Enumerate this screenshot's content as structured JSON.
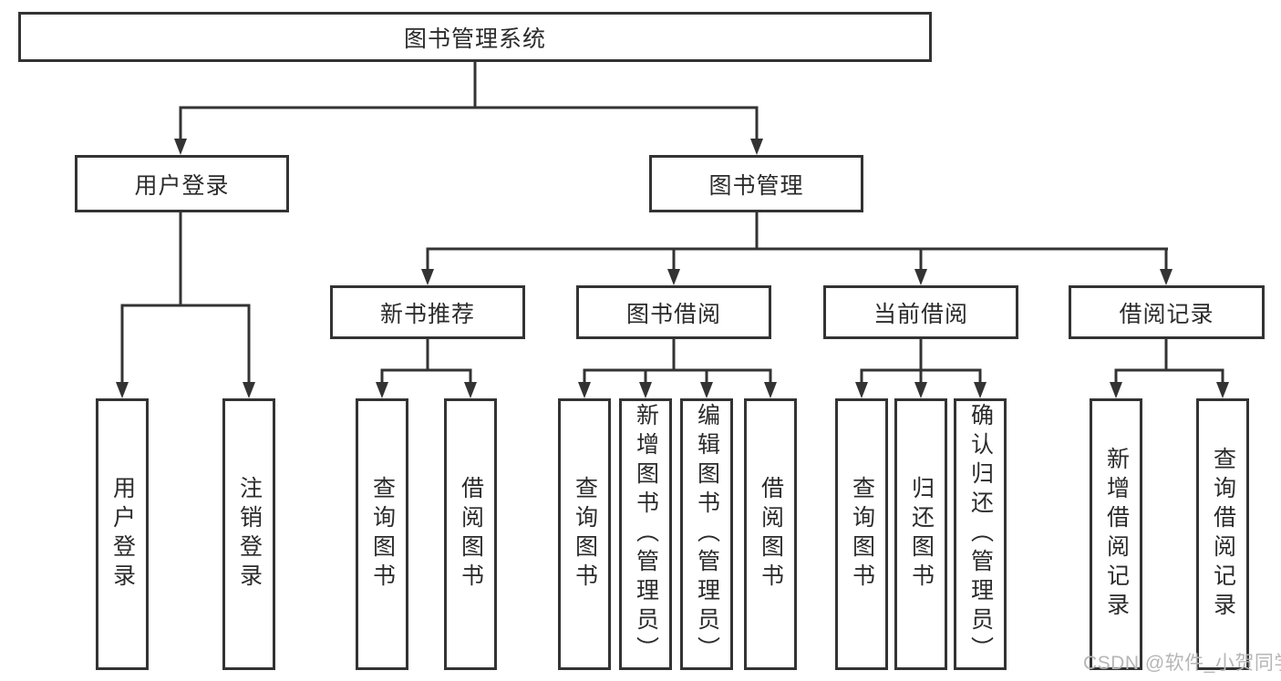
{
  "tree": {
    "root": {
      "label": "图书管理系统"
    },
    "branches": [
      {
        "label": "用户登录",
        "children": [
          {
            "label": "用户登录"
          },
          {
            "label": "注销登录"
          }
        ]
      },
      {
        "label": "图书管理",
        "children": [
          {
            "label": "新书推荐",
            "children": [
              {
                "label": "查询图书"
              },
              {
                "label": "借阅图书"
              }
            ]
          },
          {
            "label": "图书借阅",
            "children": [
              {
                "label": "查询图书"
              },
              {
                "label": "新增图书（管理员）"
              },
              {
                "label": "编辑图书（管理员）"
              },
              {
                "label": "借阅图书"
              }
            ]
          },
          {
            "label": "当前借阅",
            "children": [
              {
                "label": "查询图书"
              },
              {
                "label": "归还图书"
              },
              {
                "label": "确认归还（管理员）"
              }
            ]
          },
          {
            "label": "借阅记录",
            "children": [
              {
                "label": "新增借阅记录"
              },
              {
                "label": "查询借阅记录"
              }
            ]
          }
        ]
      }
    ]
  },
  "watermark": {
    "text": "CSDN @软件_小贺同学"
  },
  "colors": {
    "line": "#333333",
    "text": "#2b2b2b",
    "watermark": "#b6b6b6",
    "background": "#ffffff"
  }
}
